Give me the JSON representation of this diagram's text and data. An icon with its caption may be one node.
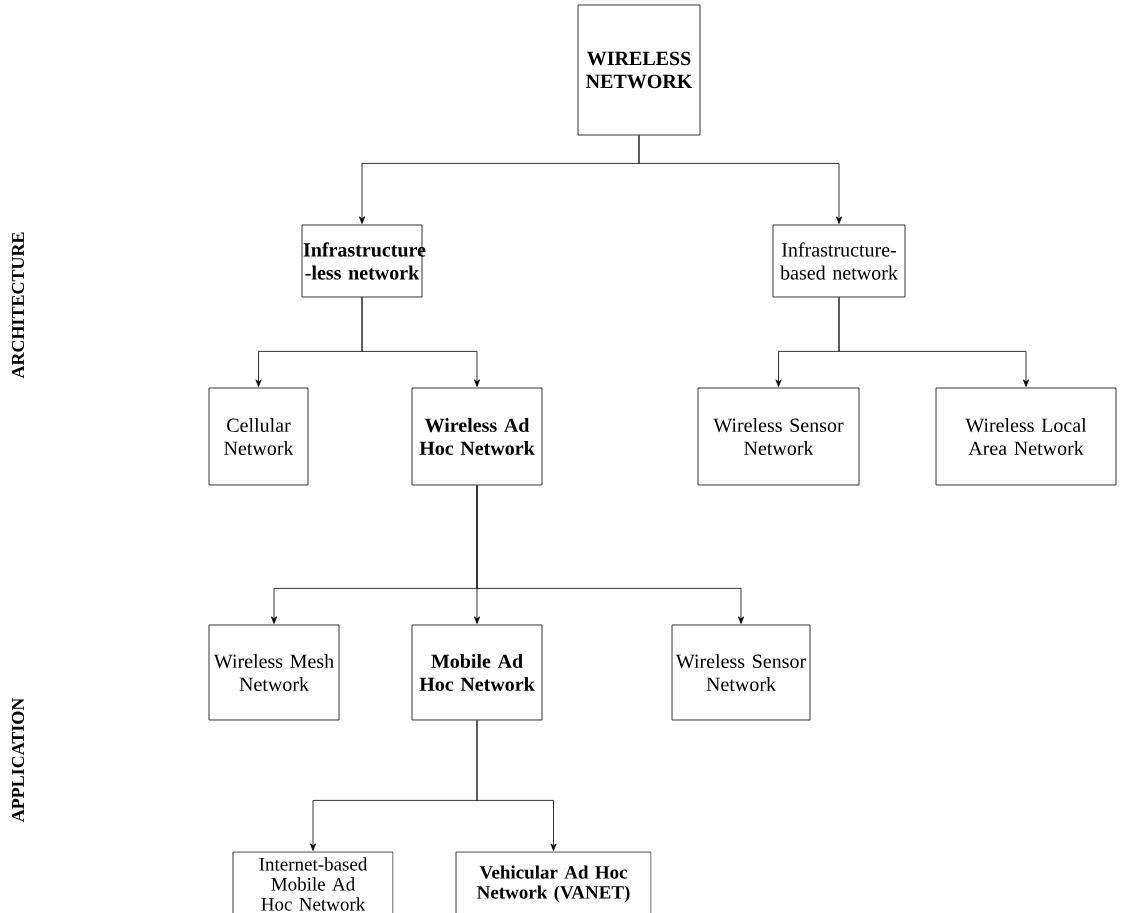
{
  "diagram": {
    "nodes": [
      {
        "text": [
          "WIRELESS NETWORK"
        ]
      },
      {
        "text": [
          "Infrastructure -less network"
        ]
      },
      {
        "text": [
          "Infrastructure-based network"
        ]
      },
      {
        "text": [
          "Cellular Network"
        ]
      },
      {
        "text": [
          "Wireless Ad Hoc Network"
        ]
      },
      {
        "text": [
          "Wireless Sensor Network"
        ]
      },
      {
        "text": [
          "Wireless Local Area Network"
        ]
      },
      {
        "text": [
          "Wireless Mesh Network"
        ]
      },
      {
        "text": [
          "Mobile Ad Hoc Network"
        ]
      },
      {
        "text": [
          "Wireless Sensor Network"
        ]
      },
      {
        "text": [
          "Internet-based Mobile Ad Hoc Network"
        ]
      },
      {
        "text": [
          "Vehicular Ad Hoc Network (VANET)"
        ]
      }
    ],
    "edges": [
      {
        "from": 0,
        "to": 1,
        "arrow": "to"
      },
      {
        "from": 0,
        "to": 2,
        "arrow": "to"
      },
      {
        "from": 1,
        "to": 3,
        "arrow": "to"
      },
      {
        "from": 1,
        "to": 4,
        "arrow": "to"
      },
      {
        "from": 2,
        "to": 5,
        "arrow": "to"
      },
      {
        "from": 2,
        "to": 6,
        "arrow": "to"
      },
      {
        "from": 4,
        "to": 7,
        "arrow": "to"
      },
      {
        "from": 4,
        "to": 8,
        "arrow": "to"
      },
      {
        "from": 4,
        "to": 9,
        "arrow": "to"
      },
      {
        "from": 8,
        "to": 10,
        "arrow": "to"
      },
      {
        "from": 8,
        "to": 11,
        "arrow": "to"
      }
    ],
    "labels": [
      "ARCHITECTURE",
      "APPLICATION"
    ]
  }
}
